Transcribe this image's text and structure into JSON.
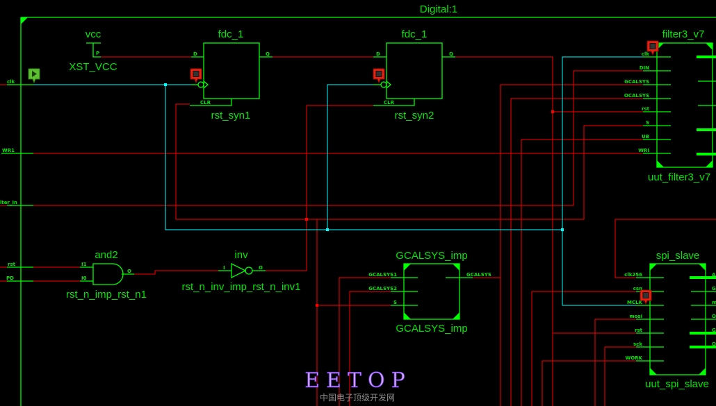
{
  "sheet": {
    "title": "Digital:1"
  },
  "colors": {
    "background": "#000000",
    "symbol": "#00ff00",
    "net": "#ff0000",
    "clock_net": "#00ffff",
    "marker_red": "#e82010",
    "marker_green": "#5cc030"
  },
  "ports": [
    {
      "name": "clk"
    },
    {
      "name": "WR1"
    },
    {
      "name": "lter_in"
    },
    {
      "name": "rst"
    },
    {
      "name": "PD"
    }
  ],
  "vcc": {
    "type": "vcc",
    "instance": "XST_VCC",
    "pin": "P"
  },
  "fdc1": {
    "type": "fdc_1",
    "instance": "rst_syn1",
    "pins": {
      "d": "D",
      "q": "Q",
      "clr": "CLR"
    }
  },
  "fdc2": {
    "type": "fdc_1",
    "instance": "rst_syn2",
    "pins": {
      "d": "D",
      "q": "Q",
      "clr": "CLR"
    }
  },
  "and2": {
    "type": "and2",
    "instance": "rst_n_imp_rst_n1",
    "pins": {
      "i1": "I1",
      "i0": "I0",
      "o": "O"
    }
  },
  "inv": {
    "type": "inv",
    "instance": "rst_n_inv_imp_rst_n_inv1",
    "pins": {
      "i": "I",
      "o": "O"
    }
  },
  "filter": {
    "type": "filter3_v7",
    "instance": "uut_filter3_v7",
    "inputs": [
      "clk",
      "DIN",
      "GCALSYS",
      "OCALSYS",
      "rst",
      "S",
      "UB",
      "WRI"
    ]
  },
  "gcalsys": {
    "type": "GCALSYS_imp",
    "instance": "GCALSYS_imp",
    "inputs": [
      "GCALSYS1",
      "GCALSYS2",
      "S"
    ],
    "output": "GCALSYS"
  },
  "spi": {
    "type": "spi_slave",
    "instance": "uut_spi_slave",
    "inputs": [
      "clk256",
      "csn",
      "MCLK",
      "mosi",
      "rst",
      "sck",
      "WORK"
    ],
    "outputs": [
      "A",
      "G",
      "m",
      "O",
      "G",
      "O"
    ]
  },
  "watermark": {
    "logo": "EETOP",
    "subtitle": "中国电子顶级开发网"
  }
}
